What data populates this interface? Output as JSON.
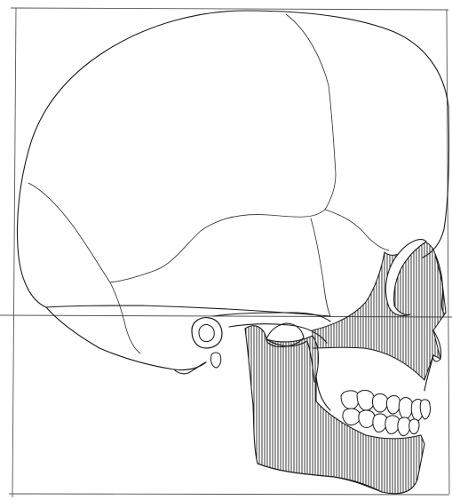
{
  "figure": {
    "subject": "skull-lateral-view",
    "colors": {
      "ink": "#1a1a1a",
      "paper": "#ffffff",
      "hatch": "#222222"
    },
    "hatching": {
      "style": "vertical",
      "spacing_px": 3
    }
  }
}
